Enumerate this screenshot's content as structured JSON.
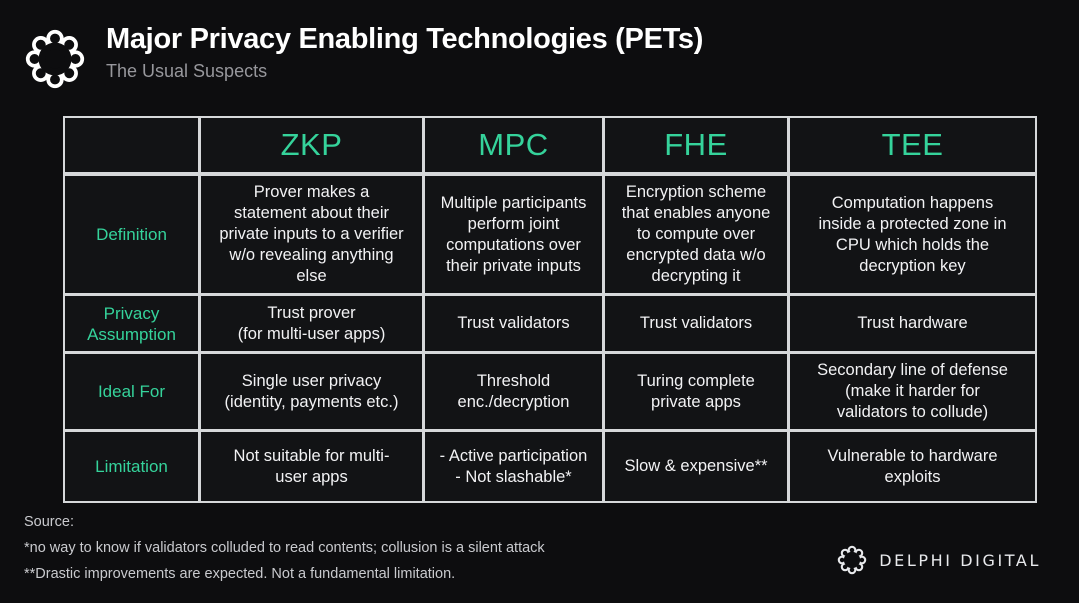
{
  "header": {
    "logo_icon": "delphi-knot-logo",
    "title": "Major Privacy Enabling Technologies (PETs)",
    "subtitle": "The Usual Suspects"
  },
  "colors": {
    "background": "#0d0d0f",
    "cell_background": "#121315",
    "accent_green": "#35d39b",
    "border": "#d6d8da",
    "body_text": "#f2f2f4",
    "muted_text": "#97979c"
  },
  "table": {
    "corner_label": "",
    "columns": [
      "ZKP",
      "MPC",
      "FHE",
      "TEE"
    ],
    "rows": [
      {
        "label": "Definition",
        "label_lines": [
          "Definition"
        ],
        "cells": [
          {
            "text": "Prover makes a statement about their private inputs to a verifier w/o revealing anything else",
            "lines": [
              "Prover makes a",
              "statement about their",
              "private inputs to a verifier",
              "w/o revealing anything",
              "else"
            ]
          },
          {
            "text": "Multiple participants perform joint computations over their private inputs",
            "lines": [
              "Multiple participants",
              "perform joint",
              "computations over",
              "their private inputs"
            ]
          },
          {
            "text": "Encryption scheme that enables anyone to compute over encrypted data w/o decrypting it",
            "lines": [
              "Encryption scheme",
              "that enables anyone",
              "to compute over",
              "encrypted data w/o",
              "decrypting it"
            ]
          },
          {
            "text": "Computation happens inside a protected zone in CPU which holds the decryption key",
            "lines": [
              "Computation happens",
              "inside a protected zone in",
              "CPU which holds the",
              "decryption key"
            ]
          }
        ]
      },
      {
        "label": "Privacy Assumption",
        "label_lines": [
          "Privacy",
          "Assumption"
        ],
        "cells": [
          {
            "text": "Trust prover (for multi-user apps)",
            "lines": [
              "Trust prover",
              "(for multi-user apps)"
            ]
          },
          {
            "text": "Trust validators",
            "lines": [
              "Trust validators"
            ]
          },
          {
            "text": "Trust validators",
            "lines": [
              "Trust validators"
            ]
          },
          {
            "text": "Trust hardware",
            "lines": [
              "Trust hardware"
            ]
          }
        ]
      },
      {
        "label": "Ideal For",
        "label_lines": [
          "Ideal For"
        ],
        "cells": [
          {
            "text": "Single user privacy (identity, payments etc.)",
            "lines": [
              "Single user privacy",
              "(identity, payments etc.)"
            ]
          },
          {
            "text": "Threshold enc./decryption",
            "lines": [
              "Threshold",
              "enc./decryption"
            ]
          },
          {
            "text": "Turing complete private apps",
            "lines": [
              "Turing complete",
              "private apps"
            ]
          },
          {
            "text": "Secondary line of defense (make it harder for validators to collude)",
            "lines": [
              "Secondary line of defense",
              "(make it harder for",
              "validators to collude)"
            ]
          }
        ]
      },
      {
        "label": "Limitation",
        "label_lines": [
          "Limitation"
        ],
        "cells": [
          {
            "text": "Not suitable for multi-user apps",
            "lines": [
              "Not suitable for multi-",
              "user apps"
            ]
          },
          {
            "text": "- Active participation - Not slashable*",
            "lines": [
              "- Active participation",
              "- Not slashable*"
            ]
          },
          {
            "text": "Slow & expensive**",
            "lines": [
              "Slow & expensive**"
            ]
          },
          {
            "text": "Vulnerable to hardware exploits",
            "lines": [
              "Vulnerable to hardware",
              "exploits"
            ]
          }
        ]
      }
    ]
  },
  "footer": {
    "notes": [
      "Source:",
      "*no way to know if validators colluded to read contents; collusion is a silent attack",
      "**Drastic improvements are expected. Not a fundamental limitation."
    ],
    "attribution_icon": "delphi-knot-logo",
    "attribution_text": "DELPHI DIGITAL"
  }
}
